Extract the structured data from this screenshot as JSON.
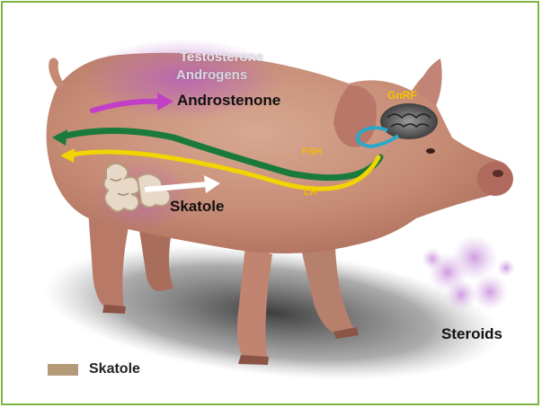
{
  "labels": {
    "testosterone": "Testosterone",
    "androgens": "Androgens",
    "androstenone": "Androstenone",
    "gnrf": "GnRF",
    "fsh": "FSH",
    "lh": "LH",
    "skatole": "Skatole",
    "steroids": "Steroids"
  },
  "legend": {
    "label": "Skatole",
    "color": "#b59a7a"
  },
  "colors": {
    "frame": "#7cb342",
    "pig_skin": "#c9907a",
    "androstenone_arrow": "#c23fc8",
    "green_pathway": "#1a7a3c",
    "yellow_pathway": "#f2d400",
    "pituitary": "#2aa8c8",
    "skatole_arrow": "#ffffff",
    "steroids_cloud": "#c79ad8"
  }
}
